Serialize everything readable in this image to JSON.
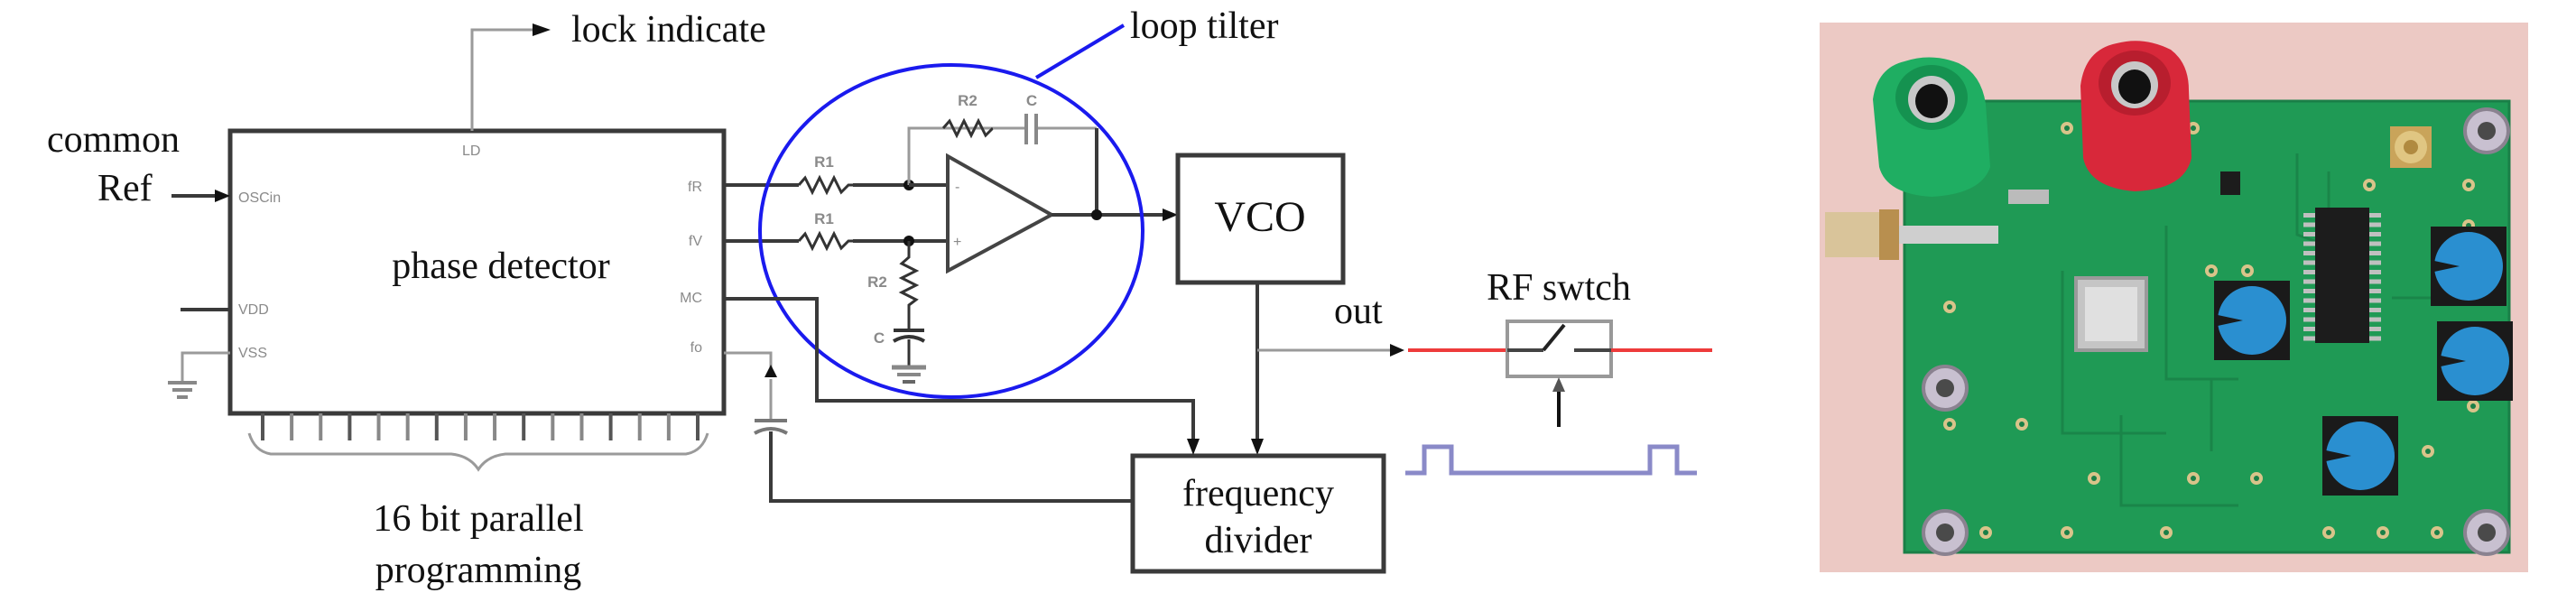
{
  "figure": {
    "left_panel": "PLL block diagram",
    "right_panel": "PCB photograph"
  },
  "labels": {
    "common": "common",
    "ref": "Ref",
    "lock_indicate": "lock indicate",
    "loop_filter": "loop tilter",
    "phase_detector": "phase detector",
    "vco": "VCO",
    "out": "out",
    "rf_switch": "RF swtch",
    "freq_divider_line1": "frequency",
    "freq_divider_line2": "divider",
    "parallel_line1": "16 bit parallel",
    "parallel_line2": "programming"
  },
  "pins": {
    "ld": "LD",
    "osc_in": "OSCin",
    "vdd": "VDD",
    "vss": "VSS",
    "fr": "fR",
    "fv": "fV",
    "mc": "MC",
    "fo": "fo"
  },
  "components": {
    "r1_top": "R1",
    "r1_bottom": "R1",
    "r2_feedback": "R2",
    "c_feedback": "C",
    "r2_shunt": "R2",
    "c_shunt": "C",
    "opamp_minus": "-",
    "opamp_plus": "+"
  },
  "parallel_bits": 16,
  "colors": {
    "loop_filter_ring": "#1a1aee",
    "rf_line": "#ee3b3b",
    "pulse": "#8a8ac8",
    "pcb_green": "#1f9a55",
    "pcb_background": "#ecc9c4",
    "jack_green": "#1fae62",
    "jack_red": "#d8283a",
    "trimmer_blue": "#2a8fd0"
  }
}
